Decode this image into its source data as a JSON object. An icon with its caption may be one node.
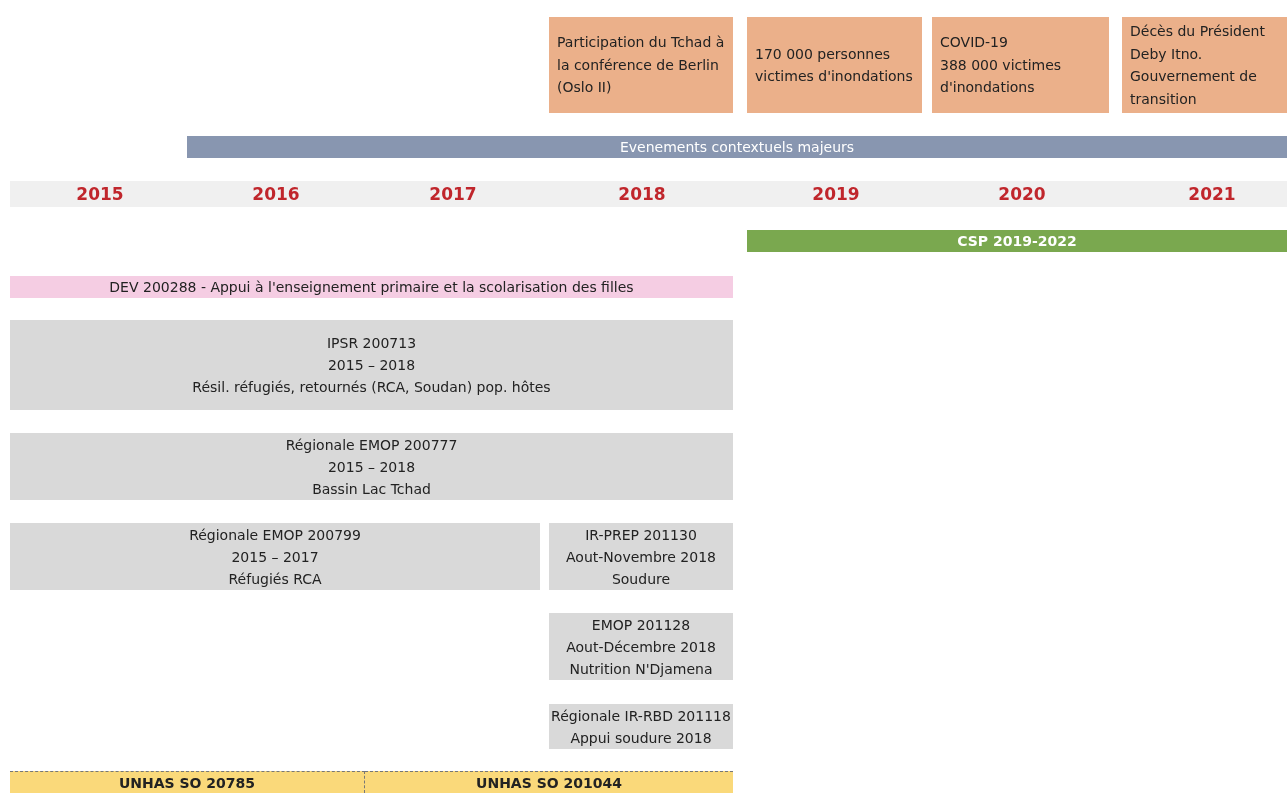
{
  "diagram": {
    "nodes": [
      {
        "text": [
          "Participation du Tchad à la conférence de Berlin (Oslo II)"
        ]
      },
      {
        "text": [
          "170 000 personnes victimes d'inondations"
        ]
      },
      {
        "text": [
          "COVID-19",
          "388 000 victimes d'inondations"
        ]
      },
      {
        "text": [
          "Décès du Président Deby Itno. Gouvernement de transition"
        ]
      },
      {
        "text": [
          "Evenements contextuels majeurs"
        ]
      },
      {
        "text": [
          "CSP 2019-2022"
        ]
      },
      {
        "text": [
          "DEV 200288 - Appui à l'enseignement primaire et la scolarisation des filles"
        ]
      },
      {
        "text": [
          "IPSR 200713",
          "2015 – 2018",
          "Résil. réfugiés, retournés (RCA, Soudan) pop. hôtes"
        ]
      },
      {
        "text": [
          "Régionale EMOP 200777",
          "2015 – 2018",
          "Bassin Lac Tchad"
        ]
      },
      {
        "text": [
          "Régionale EMOP 200799",
          "2015 – 2017",
          "Réfugiés RCA"
        ]
      },
      {
        "text": [
          "IR-PREP 201130",
          "Aout-Novembre 2018",
          "Soudure"
        ]
      },
      {
        "text": [
          "EMOP 201128",
          "Aout-Décembre 2018",
          "Nutrition N'Djamena"
        ]
      },
      {
        "text": [
          "Régionale IR-RBD 201118",
          "Appui soudure 2018"
        ]
      },
      {
        "text": [
          "UNHAS SO 20785"
        ]
      },
      {
        "text": [
          "UNHAS SO 201044"
        ]
      }
    ],
    "labels": [
      "2015",
      "2016",
      "2017",
      "2018",
      "2019",
      "2020",
      "2021"
    ]
  }
}
